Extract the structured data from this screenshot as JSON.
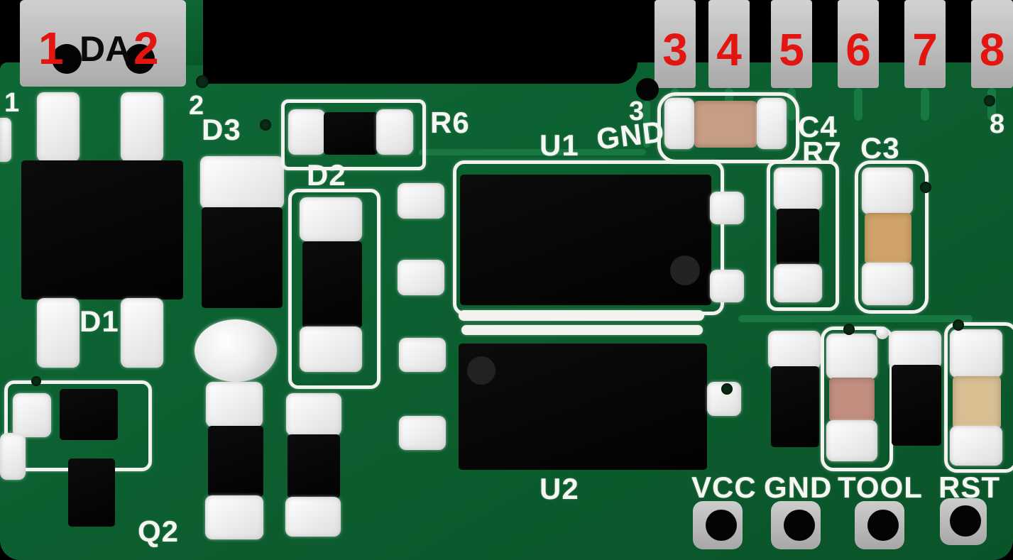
{
  "colors": {
    "board_green": "#0c5f30",
    "trace_green": "#1b7a44",
    "pad_gray": "#b9b9b9",
    "silkscreen_white": "#f6f6f2",
    "pin_number_red": "#e31511",
    "component_black": "#060606",
    "capacitor_tan": "#c79d85",
    "capacitor_tan_light": "#d8bf92"
  },
  "pins_left": [
    {
      "number": "1"
    },
    {
      "number": "2"
    }
  ],
  "da_label": "DA",
  "pins_right": [
    {
      "number": "3"
    },
    {
      "number": "4"
    },
    {
      "number": "5"
    },
    {
      "number": "6"
    },
    {
      "number": "7"
    },
    {
      "number": "8"
    }
  ],
  "silk": {
    "pad1": "1",
    "pad2": "2",
    "pad3": "3",
    "pad8": "8",
    "d1": "D1",
    "d2": "D2",
    "d3": "D3",
    "q2": "Q2",
    "r6": "R6",
    "r7": "R7",
    "c3": "C3",
    "c4": "C4",
    "u1": "U1",
    "u1_gnd": "GND",
    "u2": "U2",
    "vcc": "VCC",
    "gnd": "GND",
    "tool": "TOOL",
    "rst": "RST"
  }
}
